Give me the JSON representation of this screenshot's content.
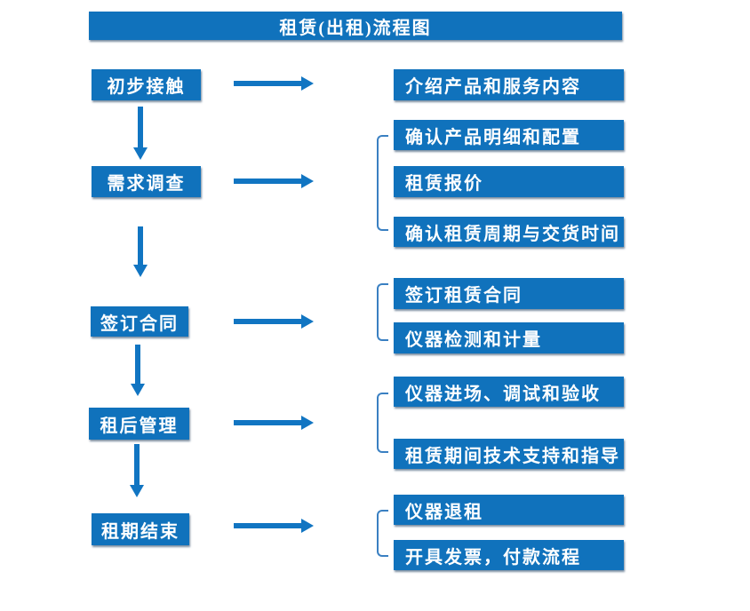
{
  "title": "租赁(出租)流程图",
  "colors": {
    "box_blue": "#1072BC",
    "arrow_blue": "#1175C2",
    "bracket_blue": "#3A80C2",
    "text_white": "#FFFFFF",
    "background": "#FFFFFF"
  },
  "steps": [
    {
      "label": "初步接触",
      "details": [
        "介绍产品和服务内容"
      ]
    },
    {
      "label": "需求调查",
      "details": [
        "确认产品明细和配置",
        "租赁报价",
        "确认租赁周期与交货时间"
      ]
    },
    {
      "label": "签订合同",
      "details": [
        "签订租赁合同",
        "仪器检测和计量"
      ]
    },
    {
      "label": "租后管理",
      "details": [
        "仪器进场、调试和验收",
        "租赁期间技术支持和指导"
      ]
    },
    {
      "label": "租期结束",
      "details": [
        "仪器退租",
        "开具发票，付款流程"
      ]
    }
  ]
}
